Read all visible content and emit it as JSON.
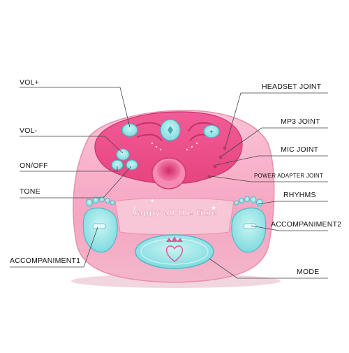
{
  "labels": {
    "vol_plus": "VOL+",
    "vol_minus": "VOL-",
    "on_off": "ON/OFF",
    "tone": "TONE",
    "accompaniment1": "ACCOMPANIMENT1",
    "headset_joint": "HEADSET JOINT",
    "mp3_joint": "MP3 JOINT",
    "mic_joint": "MIC JOINT",
    "power_adapter_joint": "POWER ADAPTER JOINT",
    "rhyhms": "RHYHMS",
    "accompaniment2": "ACCOMPANIMENT2",
    "mode": "MODE"
  },
  "product": {
    "slogan": "happy all the time"
  },
  "colors": {
    "body_pink": "#f7a9c4",
    "body_light": "#fbd3e1",
    "top_magenta": "#ee4f8d",
    "aqua": "#8fe3e6",
    "aqua_dark": "#5cc9d1",
    "line": "#444444"
  }
}
